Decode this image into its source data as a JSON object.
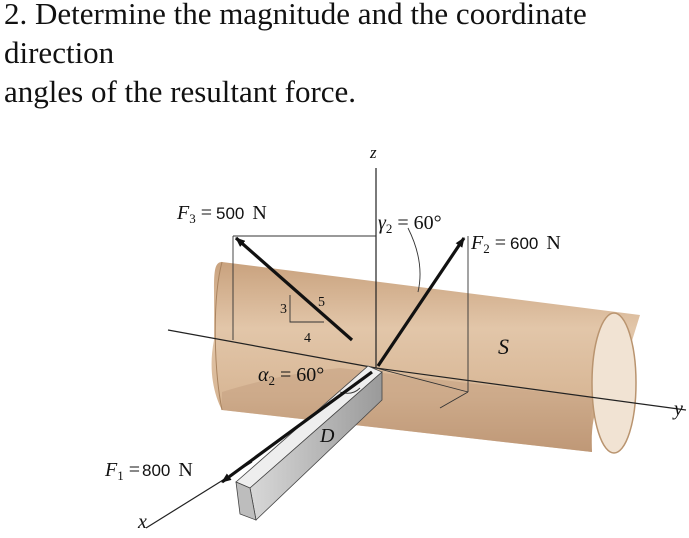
{
  "problem": {
    "line1": "2. Determine the magnitude and the coordinate direction",
    "line2": "angles of the resultant force."
  },
  "figure": {
    "axes": {
      "x": "x",
      "y": "y",
      "z": "z"
    },
    "forces": {
      "F1": {
        "name": "F",
        "sub": "1",
        "eq": " =",
        "value": "800",
        "unit": "N"
      },
      "F2": {
        "name": "F",
        "sub": "2",
        "eq": " =",
        "value": "600",
        "unit": "N"
      },
      "F3": {
        "name": "F",
        "sub": "3",
        "eq": " =",
        "value": "500",
        "unit": "N"
      }
    },
    "angles": {
      "gamma2": {
        "symbol": "γ",
        "sub": "2",
        "eq": " = ",
        "value": "60°"
      },
      "alpha2": {
        "symbol": "α",
        "sub": "2",
        "eq": " = ",
        "value": "60°"
      }
    },
    "slope": {
      "a": "3",
      "b": "4",
      "c": "5"
    },
    "labels": {
      "shaft": "S",
      "bar": "D"
    },
    "colors": {
      "shaft": "#d9b99b",
      "shaft_shadow": "#b8926f",
      "bar_top": "#e6e6e6",
      "bar_side": "#a9a9a9",
      "arrow": "#111111"
    }
  }
}
